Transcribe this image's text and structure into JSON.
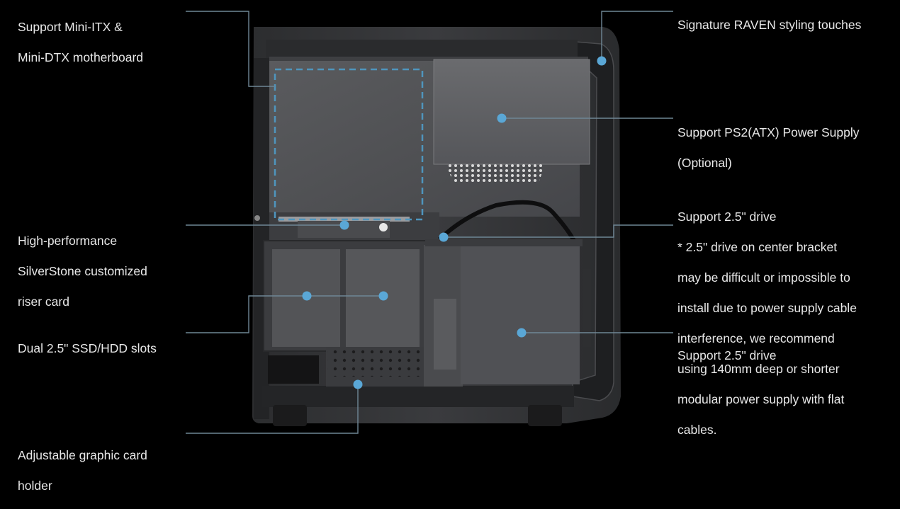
{
  "labels": {
    "motherboard": [
      "Support Mini-ITX &",
      "Mini-DTX motherboard"
    ],
    "riser": [
      "High-performance",
      "SilverStone customized",
      "riser card"
    ],
    "ssd_slots": [
      "Dual 2.5\" SSD/HDD slots"
    ],
    "gpu_holder": [
      "Adjustable graphic card",
      "holder"
    ],
    "raven": [
      "Signature RAVEN styling touches"
    ],
    "psu": [
      "Support PS2(ATX) Power Supply",
      "(Optional)"
    ],
    "drive_center": [
      "Support 2.5\" drive",
      "* 2.5\" drive on center bracket",
      "may be difficult or impossible to",
      "install due to power supply cable",
      "interference, we recommend",
      "using 140mm deep or shorter",
      "modular power supply with flat",
      "cables."
    ],
    "drive_right": [
      "Support 2.5\" drive"
    ]
  },
  "colors": {
    "callout_line": "#6f8796",
    "callout_dot": "#5aa7d6",
    "motherboard_outline": "#4f95bd"
  }
}
